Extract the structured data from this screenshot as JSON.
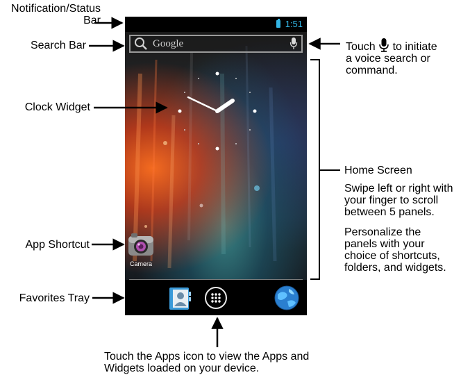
{
  "callouts": {
    "status_bar_line1": "Notification/Status",
    "status_bar_line2": "Bar",
    "search_bar": "Search Bar",
    "voice_search_prefix": "Touch",
    "voice_search_suffix": "to initiate",
    "voice_search_line2": "a voice search or",
    "voice_search_line3": "command.",
    "clock_widget": "Clock Widget",
    "home_screen": "Home Screen",
    "home_desc_line1": "Swipe left or right with",
    "home_desc_line2": "your finger to scroll",
    "home_desc_line3": "between 5 panels.",
    "personalize_line1": "Personalize the",
    "personalize_line2": "panels with your",
    "personalize_line3": "choice of shortcuts,",
    "personalize_line4": "folders, and widgets.",
    "app_shortcut": "App Shortcut",
    "favorites_tray": "Favorites Tray",
    "apps_line1": "Touch the Apps icon to view the Apps and",
    "apps_line2": "Widgets loaded on your device."
  },
  "phone": {
    "status_time": "1:51",
    "search_placeholder": "Google",
    "shortcut_label": "Camera"
  },
  "icons": {
    "status": [
      "battery-icon"
    ],
    "search": [
      "search-icon",
      "microphone-icon"
    ],
    "tray": [
      "contacts-icon",
      "apps-launcher-icon",
      "browser-globe-icon"
    ],
    "shortcut": [
      "camera-icon"
    ]
  },
  "colors": {
    "accent": "#33b5e5",
    "frame": "#000000",
    "annotation": "#000000"
  }
}
